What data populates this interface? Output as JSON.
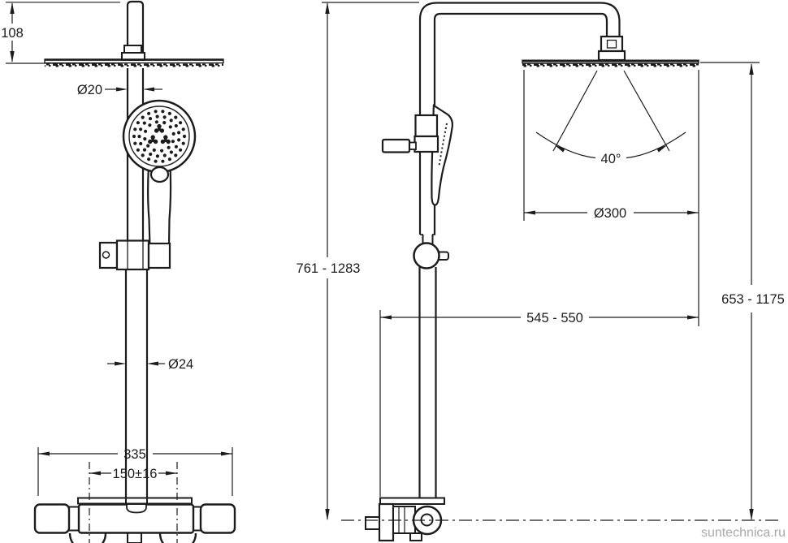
{
  "page": {
    "background": "#ffffff",
    "line_color": "#1c1c1c",
    "watermark": "suntechnica.ru",
    "watermark_color": "#a9a9a9"
  },
  "front_view": {
    "dim_head_height": "108",
    "dim_upper_tube_diameter": "Ø20",
    "dim_lower_tube_diameter": "Ø24",
    "dim_valve_width": "335",
    "dim_inlet_spacing": "150±16"
  },
  "side_view": {
    "dim_total_height_range": "761 - 1283",
    "dim_reach_range": "545 - 550",
    "dim_head_height_range": "653 - 1175",
    "dim_head_diameter": "Ø300",
    "dim_spray_angle": "40°"
  }
}
